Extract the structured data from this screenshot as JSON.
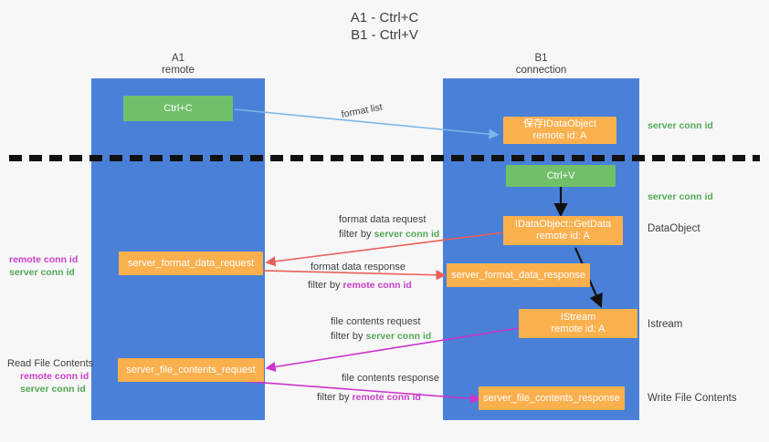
{
  "title": "A1 - Ctrl+C\nB1 - Ctrl+V",
  "lanes": [
    {
      "name": "A1",
      "sub": "remote",
      "label": "A1\nremote"
    },
    {
      "name": "B1",
      "sub": "connection",
      "label": "B1\nconnection"
    }
  ],
  "nodes": {
    "ctrl_c": "Ctrl+C",
    "ctrl_v": "Ctrl+V",
    "save_idataobject": "保存IDataObject\nremote id: A",
    "idataobject_getdata": "IDataObject::GetData\nremote id: A",
    "istream": "IStream\nremote id: A",
    "server_format_data_request": "server_format_data_request",
    "server_format_data_response": "server_format_data_response",
    "server_file_contents_request": "server_file_contents_request",
    "server_file_contents_response": "server_file_contents_response"
  },
  "edge_labels": {
    "format_list": "format list",
    "format_data_request": "format data request",
    "format_data_response": "format data response",
    "file_contents_request": "file contents request",
    "file_contents_response": "file contents response",
    "filter_by": "filter by ",
    "server_conn_id": "server conn id",
    "remote_conn_id": "remote conn id"
  },
  "side_labels": {
    "server_conn_id_top": "server conn id",
    "server_conn_id_mid": "server conn id",
    "dataobject": "DataObject",
    "istream": "Istream",
    "write_file_contents": "Write File Contents",
    "read_file_contents": "Read File Contents",
    "remote_conn_id": "remote conn id",
    "server_conn_id": "server conn id"
  },
  "colors": {
    "lane": "#4a80d8",
    "green_node": "#72bf6a",
    "orange_node": "#fbb04e",
    "green_text": "#53a857",
    "purple_text": "#c840c8",
    "blue_arrow": "#7ab8e8",
    "red_arrow": "#e8605a",
    "magenta_arrow": "#cc33cc",
    "black_arrow": "#111111",
    "background": "#f7f7f7"
  }
}
